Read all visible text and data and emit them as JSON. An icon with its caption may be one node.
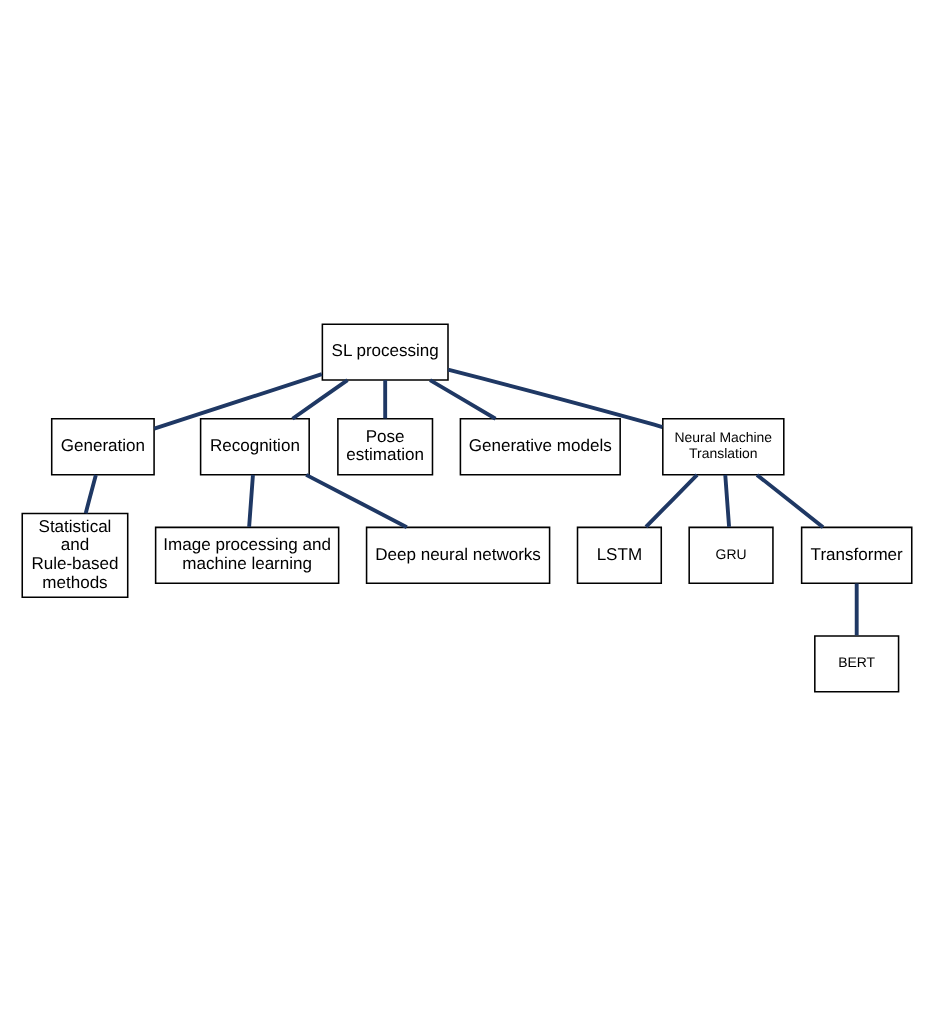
{
  "diagram": {
    "nodes": [
      {
        "text": [
          "SL processing"
        ]
      },
      {
        "text": [
          "Generation"
        ]
      },
      {
        "text": [
          "Recognition"
        ]
      },
      {
        "text": [
          "Statistical and Rule-based methods"
        ]
      },
      {
        "text": [
          "Image processing and machine learning"
        ]
      },
      {
        "text": [
          "Deep neural networks"
        ]
      },
      {
        "text": [
          "Pose estimation"
        ]
      },
      {
        "text": [
          "Generative models"
        ]
      },
      {
        "text": [
          "Neural Machine Translation"
        ]
      },
      {
        "text": [
          "LSTM"
        ]
      },
      {
        "text": [
          "GRU"
        ]
      },
      {
        "text": [
          "Transformer"
        ]
      },
      {
        "text": [
          "BERT"
        ]
      }
    ],
    "edges": [
      {
        "from": 0,
        "to": 1,
        "arrow": "none"
      },
      {
        "from": 0,
        "to": 2,
        "arrow": "none"
      },
      {
        "from": 1,
        "to": 3,
        "arrow": "none"
      },
      {
        "from": 2,
        "to": 4,
        "arrow": "none"
      },
      {
        "from": 2,
        "to": 5,
        "arrow": "none"
      },
      {
        "from": 0,
        "to": 6,
        "arrow": "none"
      },
      {
        "from": 0,
        "to": 7,
        "arrow": "none"
      },
      {
        "from": 0,
        "to": 8,
        "arrow": "none"
      },
      {
        "from": 8,
        "to": 9,
        "arrow": "none"
      },
      {
        "from": 8,
        "to": 10,
        "arrow": "none"
      },
      {
        "from": 8,
        "to": 11,
        "arrow": "none"
      },
      {
        "from": 11,
        "to": 12,
        "arrow": "none"
      }
    ]
  }
}
